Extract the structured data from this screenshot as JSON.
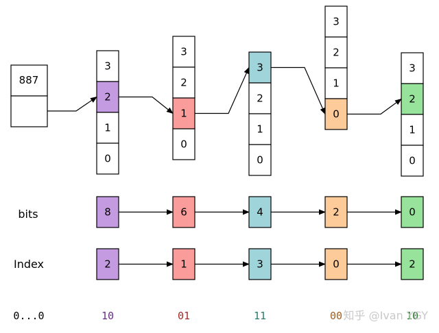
{
  "root": {
    "value": "887"
  },
  "columns": [
    {
      "labels": [
        "3",
        "2",
        "1",
        "0"
      ],
      "highlight_index": 1,
      "color": "#c49be0",
      "bits": "8",
      "index": "2",
      "binary": "10",
      "binary_color": "#6a2d8a"
    },
    {
      "labels": [
        "3",
        "2",
        "1",
        "0"
      ],
      "highlight_index": 2,
      "color": "#fa9d9a",
      "bits": "6",
      "index": "1",
      "binary": "01",
      "binary_color": "#a32a2a"
    },
    {
      "labels": [
        "3",
        "2",
        "1",
        "0"
      ],
      "highlight_index": 0,
      "color": "#9fd4da",
      "bits": "4",
      "index": "3",
      "binary": "11",
      "binary_color": "#2a7a6a"
    },
    {
      "labels": [
        "3",
        "2",
        "1",
        "0"
      ],
      "highlight_index": 3,
      "color": "#fdca99",
      "bits": "2",
      "index": "0",
      "binary": "00",
      "binary_color": "#a06020"
    },
    {
      "labels": [
        "3",
        "2",
        "1",
        "0"
      ],
      "highlight_index": 1,
      "color": "#98e39b",
      "bits": "0",
      "index": "2",
      "binary": "10",
      "binary_color": "#2a7a2a"
    }
  ],
  "rows": {
    "bits_label": "bits",
    "index_label": "Index"
  },
  "binary_prefix": "0...0",
  "watermark": "知乎 @Ivan YGY"
}
